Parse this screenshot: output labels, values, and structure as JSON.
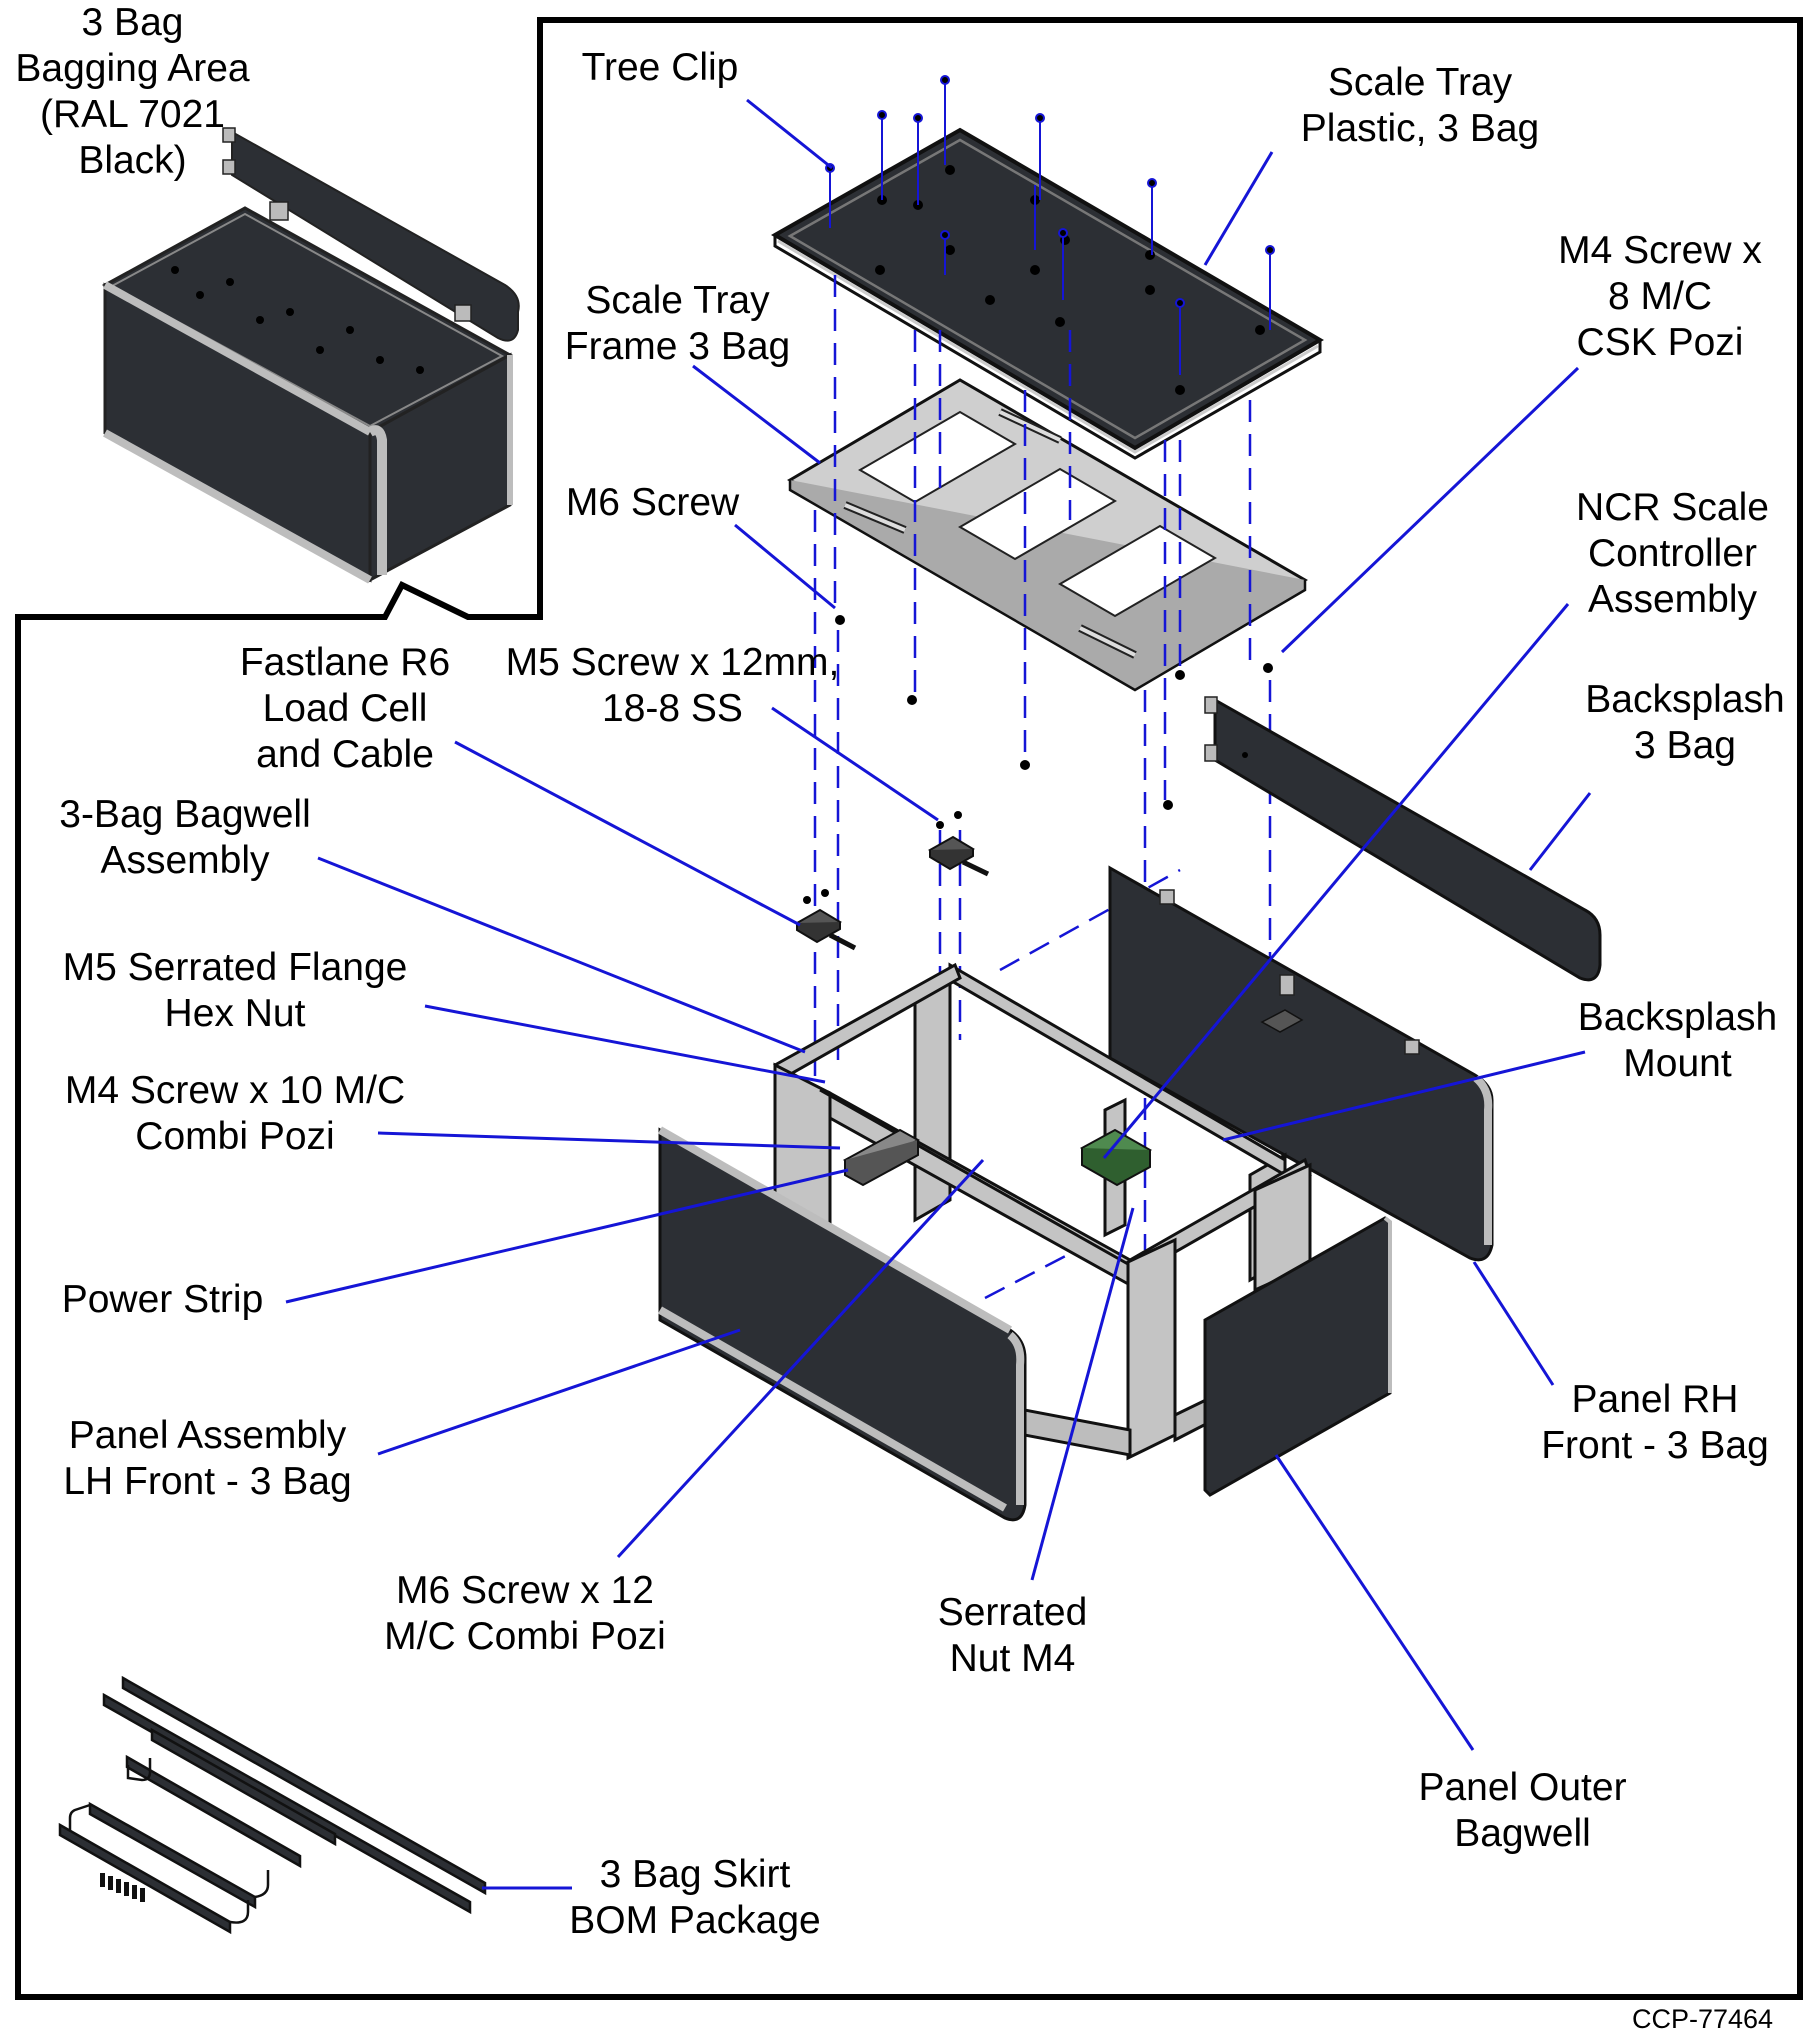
{
  "figure_id": "CCP-77464",
  "colors": {
    "border": "#000000",
    "leader": "#1515d6",
    "panel_dark": "#2c2f34",
    "frame_grey": "#c4c4c4",
    "frame_edge": "#222222"
  },
  "labels": {
    "bagging_area": "3 Bag\nBagging Area\n(RAL 7021\nBlack)",
    "tree_clip": "Tree Clip",
    "scale_tray_plastic": "Scale Tray\nPlastic, 3 Bag",
    "m4_screw_8": "M4 Screw x\n8 M/C\nCSK Pozi",
    "scale_tray_frame": "Scale Tray\nFrame 3 Bag",
    "m6_screw": "M6 Screw",
    "ncr_scale_controller": "NCR Scale\nController\nAssembly",
    "fastlane_load_cell": "Fastlane R6\nLoad Cell\nand Cable",
    "m5_screw_12": "M5 Screw x 12mm,\n18-8 SS",
    "backsplash": "Backsplash\n3 Bag",
    "bagwell_assembly": "3-Bag Bagwell\nAssembly",
    "m5_hex_nut": "M5 Serrated Flange\nHex Nut",
    "backsplash_mount": "Backsplash\nMount",
    "m4_screw_10": "M4 Screw x 10 M/C\nCombi Pozi",
    "power_strip": "Power Strip",
    "panel_lh_front": "Panel Assembly\nLH Front - 3 Bag",
    "panel_rh_front": "Panel RH\nFront - 3 Bag",
    "m6_screw_12": "M6 Screw x 12\nM/C Combi Pozi",
    "serrated_nut": "Serrated\nNut M4",
    "panel_outer_bagwell": "Panel Outer\nBagwell",
    "skirt_bom": "3 Bag Skirt\nBOM Package"
  }
}
